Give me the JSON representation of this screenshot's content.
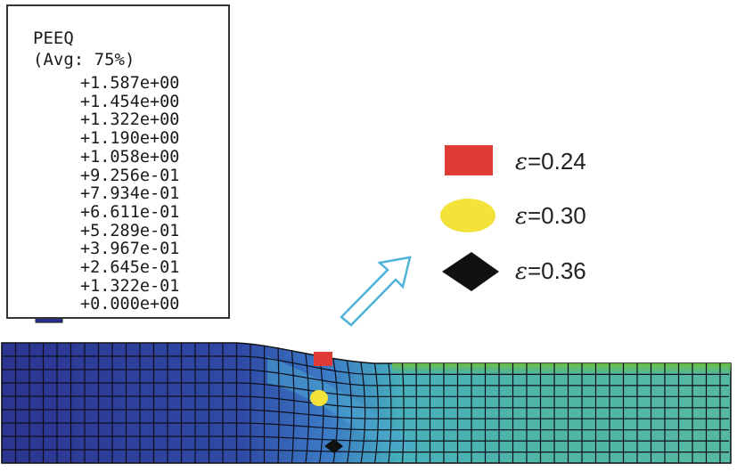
{
  "legend": {
    "title": "PEEQ",
    "subtitle": "(Avg: 75%)",
    "labels": [
      "+1.587e+00",
      "+1.454e+00",
      "+1.322e+00",
      "+1.190e+00",
      "+1.058e+00",
      "+9.256e-01",
      "+7.934e-01",
      "+6.611e-01",
      "+5.289e-01",
      "+3.967e-01",
      "+2.645e-01",
      "+1.322e-01",
      "+0.000e+00"
    ],
    "colors": [
      "#e8312b",
      "#ee7a26",
      "#f4a83a",
      "#d8dc2a",
      "#b4cf3a",
      "#8cc63c",
      "#6cb843",
      "#5aae6a",
      "#62b89a",
      "#5ebcc4",
      "#3aa2dc",
      "#3a55b0",
      "#2a2f8e"
    ]
  },
  "markers": [
    {
      "shape": "square",
      "color": "#e03a36",
      "symbol": "ε",
      "value_text": "=0.24"
    },
    {
      "shape": "circle",
      "color": "#f2e23a",
      "symbol": "ε",
      "value_text": "=0.30"
    },
    {
      "shape": "diamond",
      "color": "#111111",
      "symbol": "ε",
      "value_text": "=0.36"
    }
  ],
  "arrow_color": "#4fb3d9"
}
